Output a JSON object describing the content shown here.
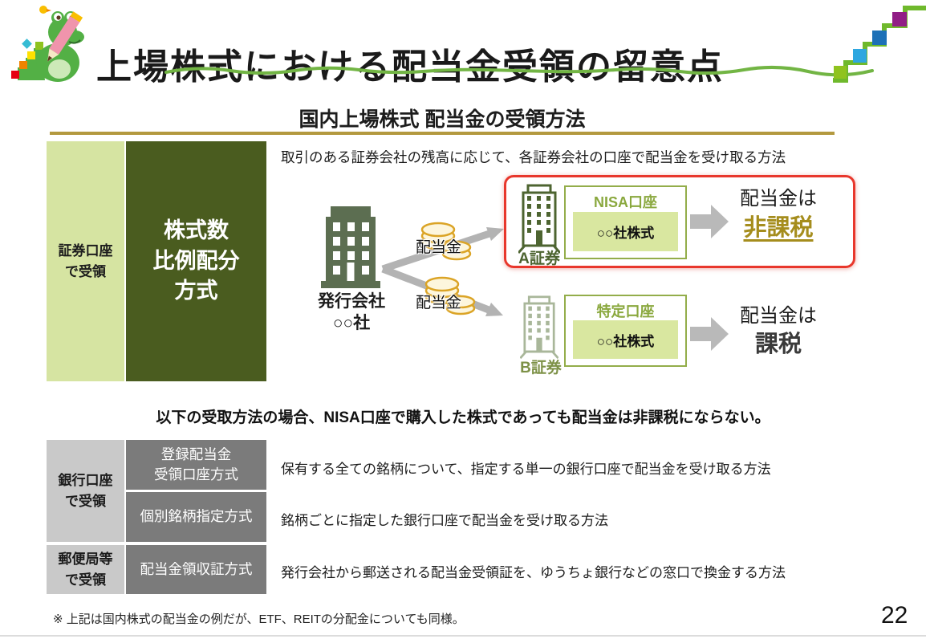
{
  "slide": {
    "title": "上場株式における配当金受領の留意点",
    "page_number": "22",
    "note": "※ 上記は国内株式の配当金の例だが、ETF、REITの分配金についても同様。"
  },
  "section": {
    "heading": "国内上場株式 配当金の受領方法"
  },
  "securities_row": {
    "category": "証券口座\nで受領",
    "method": "株式数\n比例配分\n方式",
    "description": "取引のある証券会社の残高に応じて、各証券会社の口座で配当金を受け取る方法",
    "issuer": "発行会社\n○○社",
    "dividend_top": "配当金",
    "dividend_bottom": "配当金",
    "nisa": {
      "broker": "A証券",
      "account": "NISA口座",
      "holding": "○○社株式",
      "result_prefix": "配当金は",
      "result": "非課税"
    },
    "taxable": {
      "broker": "B証券",
      "account": "特定口座",
      "holding": "○○社株式",
      "result_prefix": "配当金は",
      "result": "課税"
    }
  },
  "warning": "以下の受取方法の場合、NISA口座で購入した株式であっても配当金は非課税にならない。",
  "bank_table": {
    "rows": [
      {
        "category": "銀行口座\nで受領",
        "method": "登録配当金\n受領口座方式",
        "description": "保有する全ての銘柄について、指定する単一の銀行口座で配当金を受け取る方法"
      },
      {
        "method": "個別銘柄指定方式",
        "description": "銘柄ごとに指定した銀行口座で配当金を受け取る方法"
      },
      {
        "category": "郵便局等\nで受領",
        "method": "配当金領収証方式",
        "description": "発行会社から郵送される配当金受領証を、ゆうちょ銀行などの窓口で換金する方法"
      }
    ]
  },
  "icons": {
    "mascot": "crocodile-with-pencil-mascot",
    "stairs": "colored-steps-decoration",
    "issuer_building": "office-building-solid",
    "broker_building": "office-building-outline",
    "coins": "coin-stack",
    "arrow": "gray-arrow"
  },
  "colors": {
    "light_green": "#d6e4a2",
    "dark_olive": "#4a5c1f",
    "gold_rule": "#b3993f",
    "nisa_green": "#8aa83e",
    "box_border_green": "#93ad4a",
    "highlight_red": "#e8372c",
    "tax_free_gold": "#a58d1d",
    "table_light_gray": "#c9c9c9",
    "table_dark_gray": "#7b7b7b",
    "arrow_gray": "#b3b3b3",
    "wave_green": "#72b544"
  }
}
